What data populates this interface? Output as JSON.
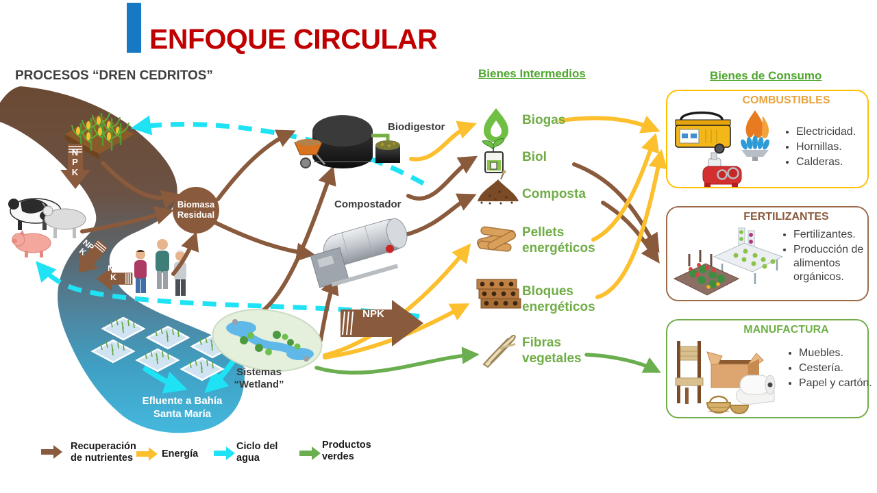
{
  "title": "ENFOQUE CIRCULAR",
  "subtitle": "PROCESOS “DREN CEDRITOS”",
  "columns": {
    "intermediate": "Bienes Intermedios",
    "consumer": "Bienes de Consumo"
  },
  "process": {
    "biomasa_residual": "Biomasa Residual",
    "biodigestor": "Biodigestor",
    "compostador": "Compostador",
    "wetland": "Sistemas “Wetland”",
    "efluente": "Efluente a Bahía Santa María",
    "npk": "NPK"
  },
  "intermediates": [
    {
      "label": "Biogas",
      "icon": "biogas-flame-icon"
    },
    {
      "label": "Biol",
      "icon": "biol-jar-icon"
    },
    {
      "label": "Composta",
      "icon": "compost-pile-icon"
    },
    {
      "label": "Pellets energéticos",
      "icon": "wood-pellets-icon"
    },
    {
      "label": "Bloques energéticos",
      "icon": "briquette-blocks-icon"
    },
    {
      "label": "Fibras vegetales",
      "icon": "plant-fiber-icon"
    }
  ],
  "consumer_boxes": [
    {
      "title": "COMBUSTIBLES",
      "accent": "#E8A33D",
      "border": "#FFC000",
      "icons": [
        "generator-icon",
        "gas-burner-flame-icon",
        "red-pump-icon"
      ],
      "items": [
        "Electricidad.",
        "Hornillas.",
        "Calderas."
      ]
    },
    {
      "title": "FERTILIZANTES",
      "accent": "#8A5A3C",
      "border": "#9C6B4A",
      "icons": [
        "vegetable-garden-icon"
      ],
      "items": [
        "Fertilizantes.",
        "Producción de alimentos orgánicos."
      ]
    },
    {
      "title": "MANUFACTURA",
      "accent": "#6FAF46",
      "border": "#70AD47",
      "icons": [
        "chair-icon",
        "cardboard-box-icon",
        "paper-roll-icon",
        "baskets-icon"
      ],
      "items": [
        "Muebles.",
        "Cestería.",
        "Papel y cartón."
      ]
    }
  ],
  "legend": [
    {
      "label": "Recuperación de nutrientes",
      "color": "#8A5A3C"
    },
    {
      "label": "Energía",
      "color": "#FCBF2D"
    },
    {
      "label": "Ciclo del agua",
      "color": "#1FE3F5"
    },
    {
      "label": "Productos verdes",
      "color": "#6BAE4F"
    }
  ],
  "colors": {
    "title": "#C00000",
    "accent_bar": "#1779C4",
    "green_header": "#4EA72E"
  }
}
